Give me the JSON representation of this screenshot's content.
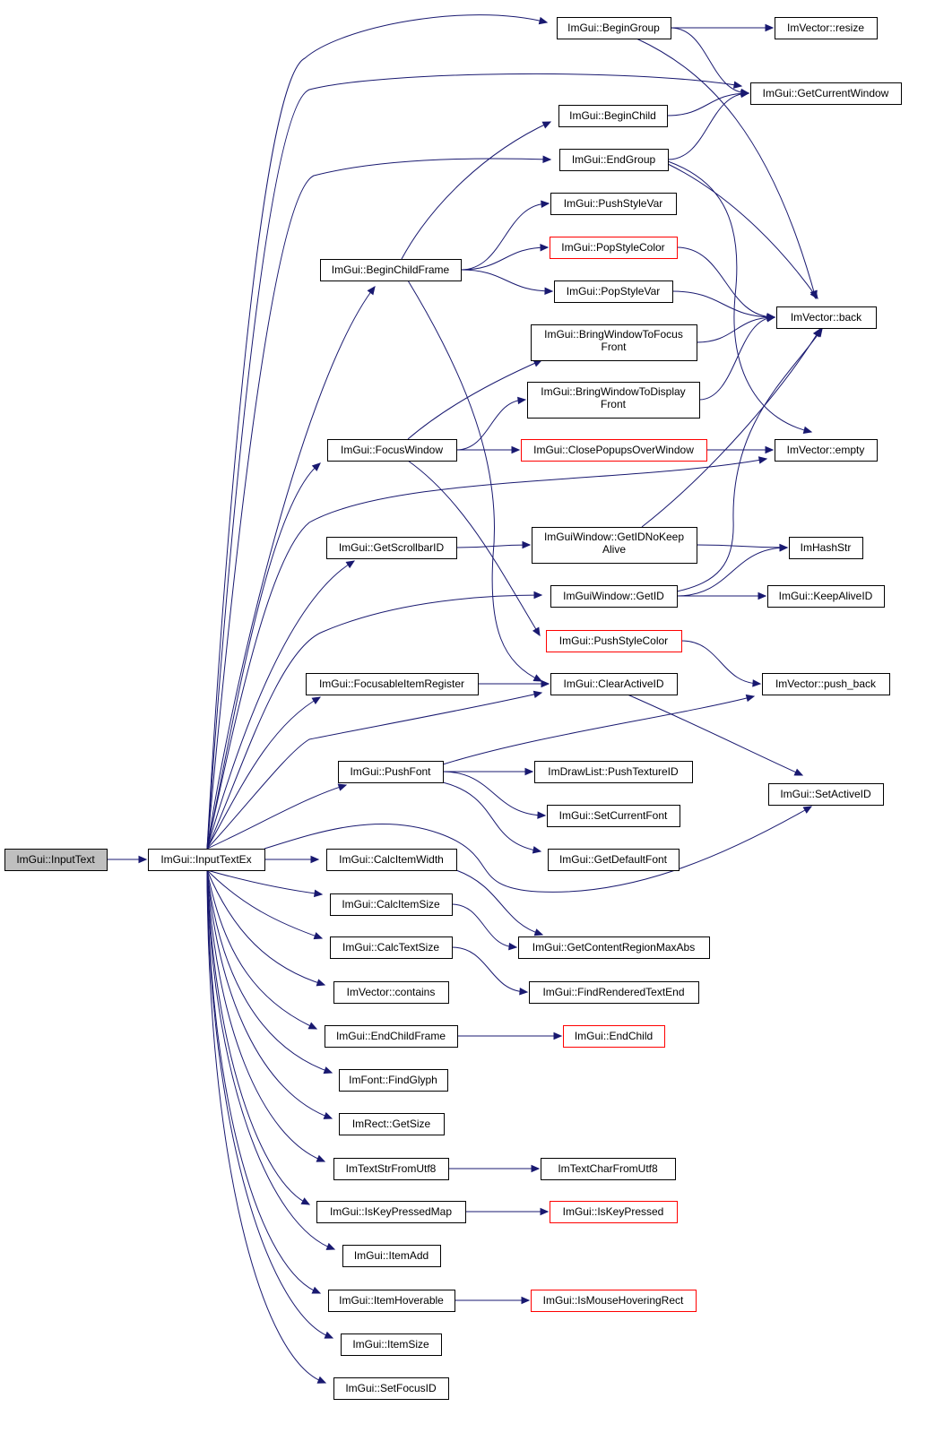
{
  "diagram": {
    "colors": {
      "edge": "#191970",
      "root_fill": "#bfbfbf",
      "node_border": "#000000",
      "incomplete_border": "#ff0000"
    },
    "nodes": [
      {
        "id": "inputtext",
        "label": "ImGui::InputText",
        "style": "root"
      },
      {
        "id": "inputtextex",
        "label": "ImGui::InputTextEx"
      },
      {
        "id": "begingroup",
        "label": "ImGui::BeginGroup"
      },
      {
        "id": "resize",
        "label": "ImVector::resize"
      },
      {
        "id": "getcurrentwindow",
        "label": "ImGui::GetCurrentWindow"
      },
      {
        "id": "beginchild",
        "label": "ImGui::BeginChild"
      },
      {
        "id": "endgroup",
        "label": "ImGui::EndGroup"
      },
      {
        "id": "pushstylevar",
        "label": "ImGui::PushStyleVar"
      },
      {
        "id": "popstylecolor",
        "label": "ImGui::PopStyleColor",
        "style": "red"
      },
      {
        "id": "beginchildframe",
        "label": "ImGui::BeginChildFrame"
      },
      {
        "id": "popstylevar",
        "label": "ImGui::PopStyleVar"
      },
      {
        "id": "back",
        "label": "ImVector::back"
      },
      {
        "id": "bringfocus",
        "label": "ImGui::BringWindowToFocus Front",
        "lines": [
          "ImGui::BringWindowToFocus",
          "Front"
        ]
      },
      {
        "id": "bringdisplay",
        "label": "ImGui::BringWindowToDisplay Front",
        "lines": [
          "ImGui::BringWindowToDisplay",
          "Front"
        ]
      },
      {
        "id": "focuswindow",
        "label": "ImGui::FocusWindow"
      },
      {
        "id": "closepopups",
        "label": "ImGui::ClosePopupsOverWindow",
        "style": "red"
      },
      {
        "id": "empty",
        "label": "ImVector::empty"
      },
      {
        "id": "getscrollbarid",
        "label": "ImGui::GetScrollbarID"
      },
      {
        "id": "getidnokeepalive",
        "label": "ImGuiWindow::GetIDNoKeep Alive",
        "lines": [
          "ImGuiWindow::GetIDNoKeep",
          "Alive"
        ]
      },
      {
        "id": "imhashstr",
        "label": "ImHashStr"
      },
      {
        "id": "getid",
        "label": "ImGuiWindow::GetID"
      },
      {
        "id": "keepaliveid",
        "label": "ImGui::KeepAliveID"
      },
      {
        "id": "pushstylecolor",
        "label": "ImGui::PushStyleColor",
        "style": "red"
      },
      {
        "id": "focusableitem",
        "label": "ImGui::FocusableItemRegister"
      },
      {
        "id": "clearactiveid",
        "label": "ImGui::ClearActiveID"
      },
      {
        "id": "push_back",
        "label": "ImVector::push_back"
      },
      {
        "id": "pushfont",
        "label": "ImGui::PushFont"
      },
      {
        "id": "pushtextureid",
        "label": "ImDrawList::PushTextureID"
      },
      {
        "id": "setactiveid",
        "label": "ImGui::SetActiveID"
      },
      {
        "id": "setcurrentfont",
        "label": "ImGui::SetCurrentFont"
      },
      {
        "id": "getdefaultfont",
        "label": "ImGui::GetDefaultFont"
      },
      {
        "id": "calcitemwidth",
        "label": "ImGui::CalcItemWidth"
      },
      {
        "id": "calcitemsize",
        "label": "ImGui::CalcItemSize"
      },
      {
        "id": "getcontentregion",
        "label": "ImGui::GetContentRegionMaxAbs"
      },
      {
        "id": "calctextsize",
        "label": "ImGui::CalcTextSize"
      },
      {
        "id": "findrendered",
        "label": "ImGui::FindRenderedTextEnd"
      },
      {
        "id": "contains",
        "label": "ImVector::contains"
      },
      {
        "id": "endchildframe",
        "label": "ImGui::EndChildFrame"
      },
      {
        "id": "endchild",
        "label": "ImGui::EndChild",
        "style": "red"
      },
      {
        "id": "findglyph",
        "label": "ImFont::FindGlyph"
      },
      {
        "id": "getsize",
        "label": "ImRect::GetSize"
      },
      {
        "id": "textstrfromutf8",
        "label": "ImTextStrFromUtf8"
      },
      {
        "id": "textcharfromutf8",
        "label": "ImTextCharFromUtf8"
      },
      {
        "id": "iskeypressedmap",
        "label": "ImGui::IsKeyPressedMap"
      },
      {
        "id": "iskeypressed",
        "label": "ImGui::IsKeyPressed",
        "style": "red"
      },
      {
        "id": "itemadd",
        "label": "ImGui::ItemAdd"
      },
      {
        "id": "itemhoverable",
        "label": "ImGui::ItemHoverable"
      },
      {
        "id": "ismousehovering",
        "label": "ImGui::IsMouseHoveringRect",
        "style": "red"
      },
      {
        "id": "itemsize",
        "label": "ImGui::ItemSize"
      },
      {
        "id": "setfocusid",
        "label": "ImGui::SetFocusID"
      }
    ],
    "edges": [
      [
        "inputtext",
        "inputtextex"
      ],
      [
        "inputtextex",
        "begingroup"
      ],
      [
        "inputtextex",
        "getcurrentwindow"
      ],
      [
        "inputtextex",
        "endgroup"
      ],
      [
        "inputtextex",
        "beginchildframe"
      ],
      [
        "inputtextex",
        "focuswindow"
      ],
      [
        "inputtextex",
        "empty"
      ],
      [
        "inputtextex",
        "getscrollbarid"
      ],
      [
        "inputtextex",
        "getid"
      ],
      [
        "inputtextex",
        "focusableitem"
      ],
      [
        "inputtextex",
        "clearactiveid"
      ],
      [
        "inputtextex",
        "pushfont"
      ],
      [
        "inputtextex",
        "setactiveid"
      ],
      [
        "inputtextex",
        "calcitemwidth"
      ],
      [
        "inputtextex",
        "calcitemsize"
      ],
      [
        "inputtextex",
        "calctextsize"
      ],
      [
        "inputtextex",
        "contains"
      ],
      [
        "inputtextex",
        "endchildframe"
      ],
      [
        "inputtextex",
        "findglyph"
      ],
      [
        "inputtextex",
        "getsize"
      ],
      [
        "inputtextex",
        "textstrfromutf8"
      ],
      [
        "inputtextex",
        "iskeypressedmap"
      ],
      [
        "inputtextex",
        "itemadd"
      ],
      [
        "inputtextex",
        "itemhoverable"
      ],
      [
        "inputtextex",
        "itemsize"
      ],
      [
        "inputtextex",
        "setfocusid"
      ],
      [
        "begingroup",
        "resize"
      ],
      [
        "begingroup",
        "getcurrentwindow"
      ],
      [
        "begingroup",
        "back"
      ],
      [
        "beginchild",
        "getcurrentwindow"
      ],
      [
        "endgroup",
        "getcurrentwindow"
      ],
      [
        "endgroup",
        "back"
      ],
      [
        "endgroup",
        "empty"
      ],
      [
        "beginchildframe",
        "beginchild"
      ],
      [
        "beginchildframe",
        "pushstylevar"
      ],
      [
        "beginchildframe",
        "popstylecolor"
      ],
      [
        "beginchildframe",
        "popstylevar"
      ],
      [
        "beginchildframe",
        "clearactiveid"
      ],
      [
        "popstylecolor",
        "back"
      ],
      [
        "popstylevar",
        "back"
      ],
      [
        "bringfocus",
        "back"
      ],
      [
        "bringdisplay",
        "back"
      ],
      [
        "focuswindow",
        "bringfocus"
      ],
      [
        "focuswindow",
        "bringdisplay"
      ],
      [
        "focuswindow",
        "closepopups"
      ],
      [
        "focuswindow",
        "pushstylecolor"
      ],
      [
        "closepopups",
        "empty"
      ],
      [
        "getscrollbarid",
        "getidnokeepalive"
      ],
      [
        "getidnokeepalive",
        "back"
      ],
      [
        "getidnokeepalive",
        "imhashstr"
      ],
      [
        "getid",
        "imhashstr"
      ],
      [
        "getid",
        "keepaliveid"
      ],
      [
        "getid",
        "back"
      ],
      [
        "pushstylecolor",
        "push_back"
      ],
      [
        "focusableitem",
        "clearactiveid"
      ],
      [
        "clearactiveid",
        "setactiveid"
      ],
      [
        "pushfont",
        "push_back"
      ],
      [
        "pushfont",
        "pushtextureid"
      ],
      [
        "pushfont",
        "setcurrentfont"
      ],
      [
        "pushfont",
        "getdefaultfont"
      ],
      [
        "calcitemwidth",
        "getcontentregion"
      ],
      [
        "calcitemsize",
        "getcontentregion"
      ],
      [
        "calctextsize",
        "findrendered"
      ],
      [
        "endchildframe",
        "endchild"
      ],
      [
        "textstrfromutf8",
        "textcharfromutf8"
      ],
      [
        "iskeypressedmap",
        "iskeypressed"
      ],
      [
        "itemhoverable",
        "ismousehovering"
      ]
    ]
  }
}
